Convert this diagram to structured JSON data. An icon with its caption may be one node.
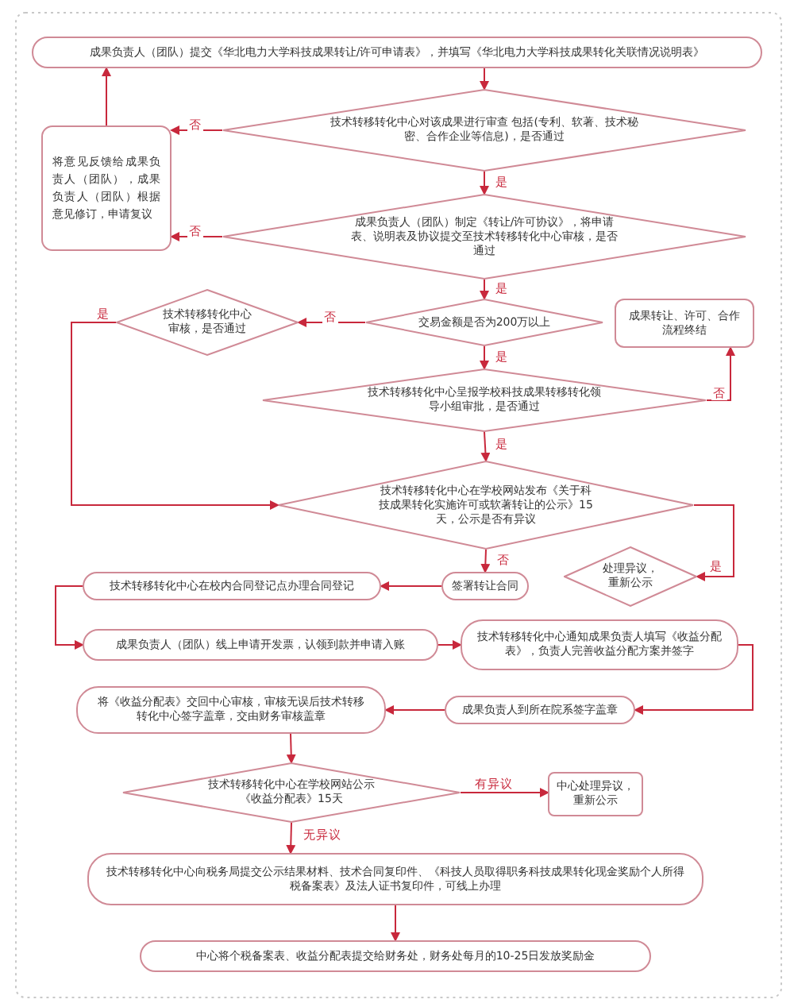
{
  "diagram": {
    "nodes": [
      {
        "text": [
          "成果负责人（团队）提交《华北电力大学科技成果转让/许可申请表》，并填写《华北电力大学科技成果转化关联情况说明表》"
        ]
      },
      {
        "text": [
          "技术转移转化中心对该成果进行审查 包括(专利、软著、技术秘密、合作企业等信息)，是否通过"
        ]
      },
      {
        "text": [
          "将意见反馈给成果负责人（团队），成果负责人（团队）根据意见修订，申请复议"
        ]
      },
      {
        "text": [
          "成果负责人（团队）制定《转让/许可协议》，将申请表、说明表及协议提交至技术转移转化中心审核，是否通过"
        ]
      },
      {
        "text": [
          "交易金额是否为200万以上"
        ]
      },
      {
        "text": [
          "技术转移转化中心审核，是否通过"
        ]
      },
      {
        "text": [
          "成果转让、许可、合作流程终结"
        ]
      },
      {
        "text": [
          "技术转移转化中心呈报学校科技成果转移转化领导小组审批，是否通过"
        ]
      },
      {
        "text": [
          "技术转移转化中心在学校网站发布《关于科技成果转化实施许可或软著转让的公示》15天，公示是否有异议"
        ]
      },
      {
        "text": [
          "处理异议，重新公示"
        ]
      },
      {
        "text": [
          "签署转让合同"
        ]
      },
      {
        "text": [
          "技术转移转化中心在校内合同登记点办理合同登记"
        ]
      },
      {
        "text": [
          "成果负责人（团队）线上申请开发票，认领到款并申请入账"
        ]
      },
      {
        "text": [
          "技术转移转化中心通知成果负责人填写《收益分配表》，负责人完善收益分配方案并签字"
        ]
      },
      {
        "text": [
          "成果负责人到所在院系签字盖章"
        ]
      },
      {
        "text": [
          "将《收益分配表》交回中心审核，审核无误后技术转移转化中心签字盖章，交由财务审核盖章"
        ]
      },
      {
        "text": [
          "技术转移转化中心在学校网站公示《收益分配表》15天"
        ]
      },
      {
        "text": [
          "中心处理异议，重新公示"
        ]
      },
      {
        "text": [
          "技术转移转化中心向税务局提交公示结果材料、技术合同复印件、《科技人员取得职务科技成果转化现金奖励个人所得税备案表》及法人证书复印件，可线上办理"
        ]
      },
      {
        "text": [
          "中心将个税备案表、收益分配表提交给财务处，财务处每月的10-25日发放奖励金"
        ]
      }
    ],
    "edges": [
      {
        "from": 0,
        "to": 1,
        "arrow": "to"
      },
      {
        "from": 1,
        "to": 2,
        "arrow": "to",
        "label": "否"
      },
      {
        "from": 2,
        "to": 0,
        "arrow": "to"
      },
      {
        "from": 1,
        "to": 3,
        "arrow": "to",
        "label": "是"
      },
      {
        "from": 3,
        "to": 2,
        "arrow": "to",
        "label": "否"
      },
      {
        "from": 3,
        "to": 4,
        "arrow": "to",
        "label": "是"
      },
      {
        "from": 4,
        "to": 5,
        "arrow": "to",
        "label": "否"
      },
      {
        "from": 5,
        "to": 8,
        "arrow": "to",
        "label": "是"
      },
      {
        "from": 4,
        "to": 7,
        "arrow": "to",
        "label": "是"
      },
      {
        "from": 7,
        "to": 6,
        "arrow": "to",
        "label": "否"
      },
      {
        "from": 7,
        "to": 8,
        "arrow": "to",
        "label": "是"
      },
      {
        "from": 8,
        "to": 10,
        "arrow": "to",
        "label": "否"
      },
      {
        "from": 8,
        "to": 9,
        "arrow": "to",
        "label": "是"
      },
      {
        "from": 10,
        "to": 11,
        "arrow": "to"
      },
      {
        "from": 11,
        "to": 12,
        "arrow": "to"
      },
      {
        "from": 12,
        "to": 13,
        "arrow": "to"
      },
      {
        "from": 13,
        "to": 14,
        "arrow": "to"
      },
      {
        "from": 14,
        "to": 15,
        "arrow": "to"
      },
      {
        "from": 15,
        "to": 16,
        "arrow": "to"
      },
      {
        "from": 16,
        "to": 17,
        "arrow": "to",
        "label": "有异议"
      },
      {
        "from": 16,
        "to": 18,
        "arrow": "to",
        "label": "无异议"
      },
      {
        "from": 18,
        "to": 19,
        "arrow": "to"
      }
    ]
  }
}
